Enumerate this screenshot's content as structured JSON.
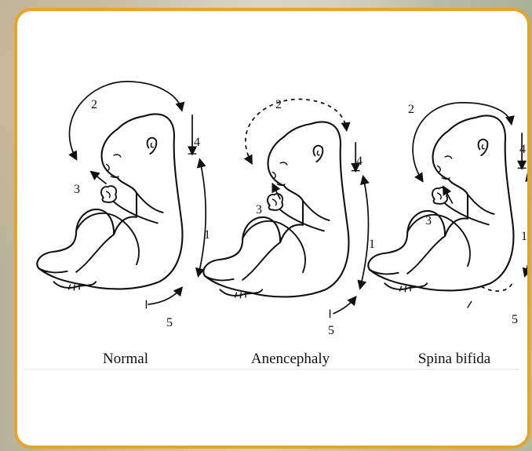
{
  "figures": [
    {
      "caption": "Normal",
      "labels": {
        "n1": "1",
        "n2": "2",
        "n3": "3",
        "n4": "4",
        "n5": "5"
      }
    },
    {
      "caption": "Anencephaly",
      "labels": {
        "n1": "1",
        "n2": "2",
        "n3": "3",
        "n4": "4",
        "n5": "5"
      }
    },
    {
      "caption": "Spina bifida",
      "labels": {
        "n1": "1",
        "n2": "2",
        "n3": "3",
        "n4": "4",
        "n5": "5"
      }
    }
  ],
  "colors": {
    "frame": "#e3a52a",
    "ink": "#111111",
    "paper": "#ffffff"
  }
}
